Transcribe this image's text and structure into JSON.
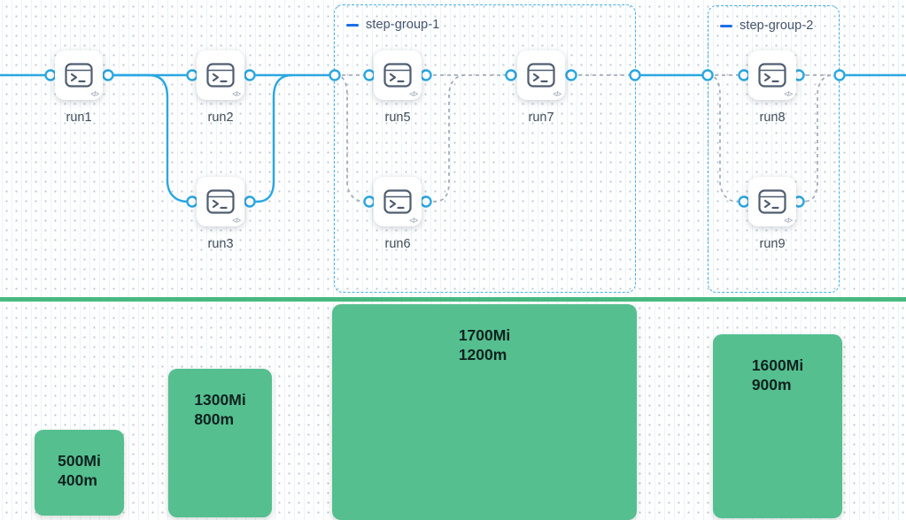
{
  "diagram": {
    "groups": [
      {
        "label": "step-group-1"
      },
      {
        "label": "step-group-2"
      }
    ],
    "nodes": [
      {
        "label": "run1"
      },
      {
        "label": "run2"
      },
      {
        "label": "run3"
      },
      {
        "label": "run5"
      },
      {
        "label": "run6"
      },
      {
        "label": "run7"
      },
      {
        "label": "run8"
      },
      {
        "label": "run9"
      }
    ],
    "node_icon": {
      "type": "terminal-icon",
      "badge": "</>"
    }
  },
  "colors": {
    "edge_blue": "#2aa7e2",
    "edge_dashed_gray": "#a6aebb",
    "group_border_blue": "#46b1ec",
    "group_dash_icon_blue": "#1a6fe8",
    "bar_green": "#55bf90",
    "divider_green": "#48b981",
    "bar_text": "#0f231f",
    "node_label_text": "#3f4d59",
    "group_label_text": "#45536d"
  },
  "chart_data": {
    "type": "bar",
    "title": "",
    "bars": [
      {
        "memory": "500Mi",
        "cpu": "400m"
      },
      {
        "memory": "1300Mi",
        "cpu": "800m"
      },
      {
        "memory": "1700Mi",
        "cpu": "1200m"
      },
      {
        "memory": "1600Mi",
        "cpu": "900m"
      }
    ]
  }
}
